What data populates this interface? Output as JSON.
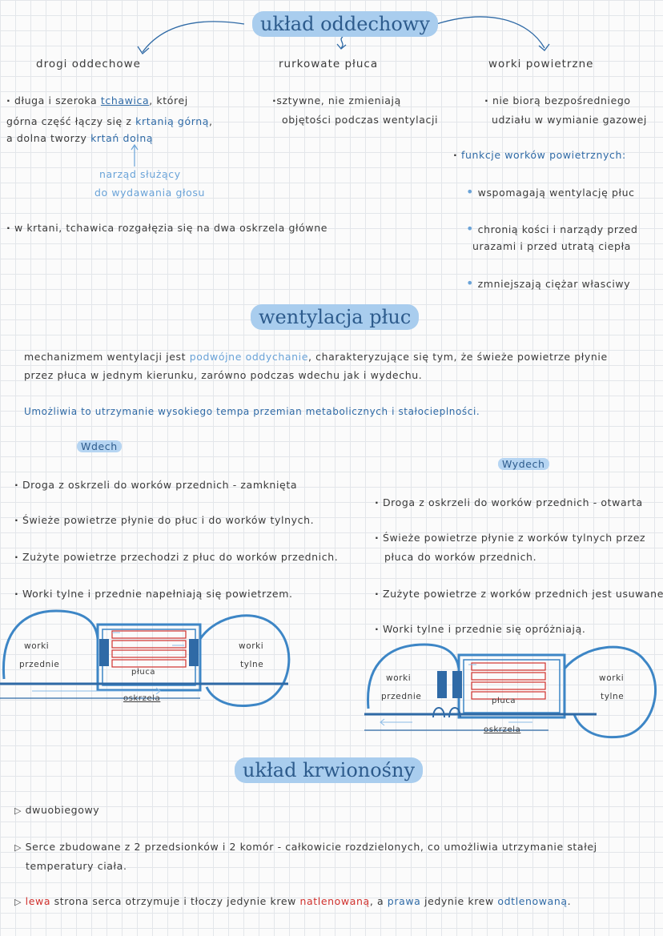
{
  "resp": {
    "title": "układ oddechowy",
    "col1_title": "drogi oddechowe",
    "col2_title": "rurkowate płuca",
    "col3_title": "worki powietrzne",
    "c1_l1_a": "długa i szeroka ",
    "c1_l1_b": "tchawica",
    "c1_l1_c": ", której",
    "c1_l2_a": "górna część łączy się z ",
    "c1_l2_b": "krtanią górną",
    "c1_l2_c": ",",
    "c1_l3_a": "a dolna tworzy ",
    "c1_l3_b": "krtań dolną",
    "c1_note1": "narząd służący",
    "c1_note2": "do wydawania głosu",
    "c1_l4": "w krtani, tchawica rozgałęzia się na dwa oskrzela główne",
    "c2_l1": "sztywne, nie zmieniają",
    "c2_l2": "objętości podczas wentylacji",
    "c3_l1": "nie biorą bezpośredniego",
    "c3_l2": "udziału w wymianie gazowej",
    "c3_func": "funkcje worków powietrznych:",
    "c3_f1": "wspomagają wentylację płuc",
    "c3_f2a": "chronią kości i narządy przed",
    "c3_f2b": "urazami i przed utratą ciepła",
    "c3_f3": "zmniejszają ciężar własciwy"
  },
  "vent": {
    "title": "wentylacja płuc",
    "p1_a": "mechanizmem wentylacji jest ",
    "p1_b": "podwójne oddychanie",
    "p1_c": ", charakteryzujące się tym, że świeże powietrze płynie",
    "p2": "przez płuca w jednym kierunku, zarówno podczas wdechu jak i wydechu.",
    "p3": "Umożliwia to utrzymanie wysokiego tempa przemian metabolicznych i stałocieplności.",
    "wdech": "Wdech",
    "wydech": "Wydech",
    "wd1": "Droga z oskrzeli do worków przednich - zamknięta",
    "wd2": "Świeże powietrze płynie do płuc i do worków tylnych.",
    "wd3": "Zużyte powietrze przechodzi z płuc do worków przednich.",
    "wd4": "Worki tylne i przednie napełniają się powietrzem.",
    "wy1": "Droga z oskrzeli do worków przednich - otwarta",
    "wy2a": "Świeże powietrze płynie z worków tylnych przez",
    "wy2b": "płuca do worków przednich.",
    "wy3": "Zużyte powietrze z worków przednich jest usuwane.",
    "wy4": "Worki tylne i przednie się opróżniają.",
    "diag": {
      "front_a": "worki",
      "front_b": "przednie",
      "back_a": "worki",
      "back_b": "tylne",
      "lungs": "płuca",
      "bronchi": "oskrzela"
    }
  },
  "circ": {
    "title": "układ krwionośny",
    "b1": "dwuobiegowy",
    "b2a": "Serce zbudowane z 2 przedsionków i 2 komór - całkowicie rozdzielonych, co umożliwia utrzymanie stałej",
    "b2b": "temperatury ciała.",
    "b3_a": "lewa",
    "b3_b": " strona serca otrzymuje i tłoczy jedynie krew ",
    "b3_c": "natlenowaną",
    "b3_d": ", a ",
    "b3_e": "prawa",
    "b3_f": " jedynie krew ",
    "b3_g": "odtlenowaną",
    "b3_h": "."
  },
  "colors": {
    "accent": "#a9cdee",
    "blue": "#2f6aa6",
    "red": "#d0312d",
    "diagram": "#3d86c6"
  }
}
